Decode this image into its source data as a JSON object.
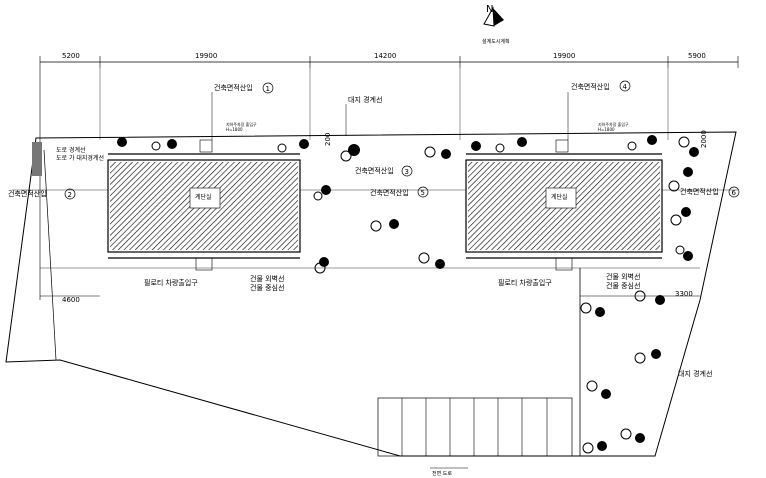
{
  "north_label": "N",
  "north_caption": "설계도시계획",
  "dimensions": [
    "5200",
    "19900",
    "14200",
    "19900",
    "5900"
  ],
  "side_dims": {
    "left": "4600",
    "right": "3300",
    "mid_vertical": "200",
    "right_vertical": "2000"
  },
  "labels": {
    "area1": "건축면적산입",
    "area1_num": "1",
    "area2": "건축면적산입",
    "area2_num": "2",
    "area3": "건축면적산입",
    "area3_num": "3",
    "area4": "건축면적산입",
    "area4_num": "4",
    "area5": "건축면적산입",
    "area5_num": "5",
    "area6": "건축면적산입",
    "area6_num": "6",
    "site_boundary_top": "대지 경계선",
    "site_boundary_right": "대지 경계선",
    "road_boundary": "도로 경계선",
    "road_boundary_2": "도로 가 대지경계선",
    "vehicle_exit_left": "필로티 차량출입구",
    "vehicle_exit_right": "필로티 차량출입구",
    "bldg_outer_left": "건물 외벽선",
    "bldg_center_left": "건물 중심선",
    "bldg_outer_right": "건물 외벽선",
    "bldg_center_right": "건물 중심선",
    "small_note_left": "지하주차장 출입구",
    "small_note_left_2": "H=1800",
    "small_note_right": "지하주차장 출입구",
    "small_note_right_2": "H=1800",
    "road_bottom": "전면 도로",
    "stair_left": "계단실",
    "stair_right": "계단실"
  }
}
